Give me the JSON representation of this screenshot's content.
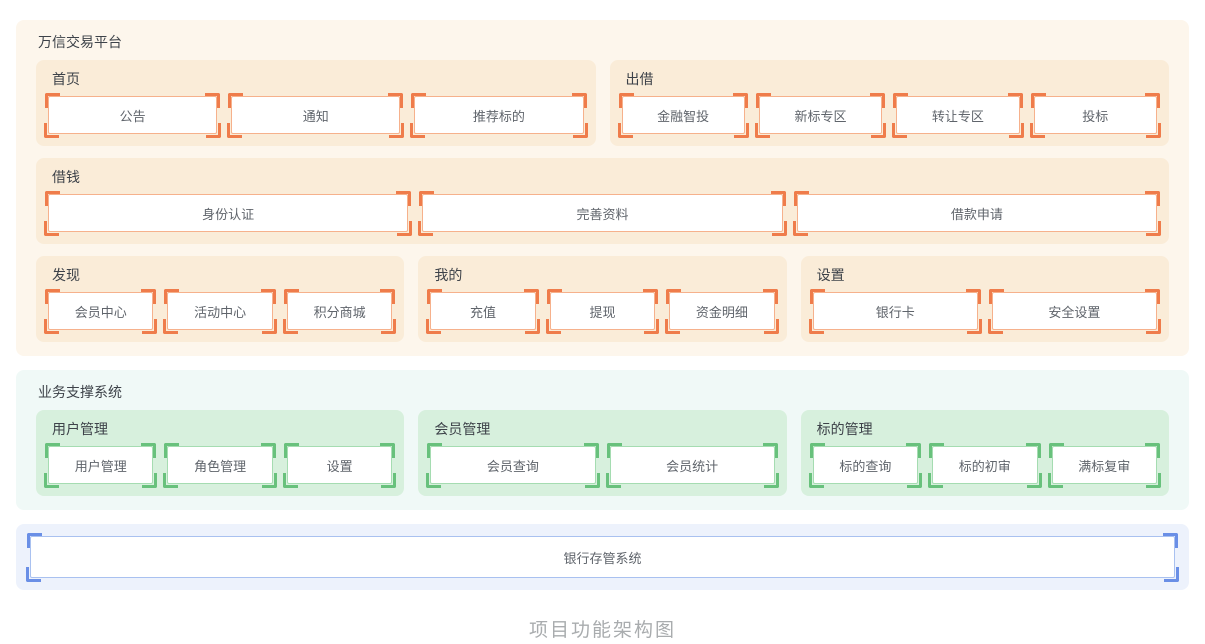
{
  "page": {
    "caption": "项目功能架构图"
  },
  "platform": {
    "title": "万信交易平台",
    "sections": [
      {
        "title": "首页",
        "items": [
          "公告",
          "通知",
          "推荐标的"
        ]
      },
      {
        "title": "出借",
        "items": [
          "金融智投",
          "新标专区",
          "转让专区",
          "投标"
        ]
      },
      {
        "title": "借钱",
        "items": [
          "身份认证",
          "完善资料",
          "借款申请"
        ]
      },
      {
        "title": "发现",
        "items": [
          "会员中心",
          "活动中心",
          "积分商城"
        ]
      },
      {
        "title": "我的",
        "items": [
          "充值",
          "提现",
          "资金明细"
        ]
      },
      {
        "title": "设置",
        "items": [
          "银行卡",
          "安全设置"
        ]
      }
    ]
  },
  "business": {
    "title": "业务支撑系统",
    "sections": [
      {
        "title": "用户管理",
        "items": [
          "用户管理",
          "角色管理",
          "设置"
        ]
      },
      {
        "title": "会员管理",
        "items": [
          "会员查询",
          "会员统计"
        ]
      },
      {
        "title": "标的管理",
        "items": [
          "标的查询",
          "标的初审",
          "满标复审"
        ]
      }
    ]
  },
  "bank": {
    "label": "银行存管系统"
  },
  "colors": {
    "orange-bg": "#fdf6ec",
    "orange-section-bg": "#faecd8",
    "orange-line": "#f6b18c",
    "orange-bracket": "#ef7c4b",
    "green-section-bg": "#d7f0dd",
    "green-line": "#a5dcb1",
    "green-bracket": "#68c17c",
    "support-bg": "#f0f9f7",
    "bank-bg": "#edf2fc",
    "blue-line": "#a9c1f0",
    "blue-bracket": "#6a8fe6"
  }
}
